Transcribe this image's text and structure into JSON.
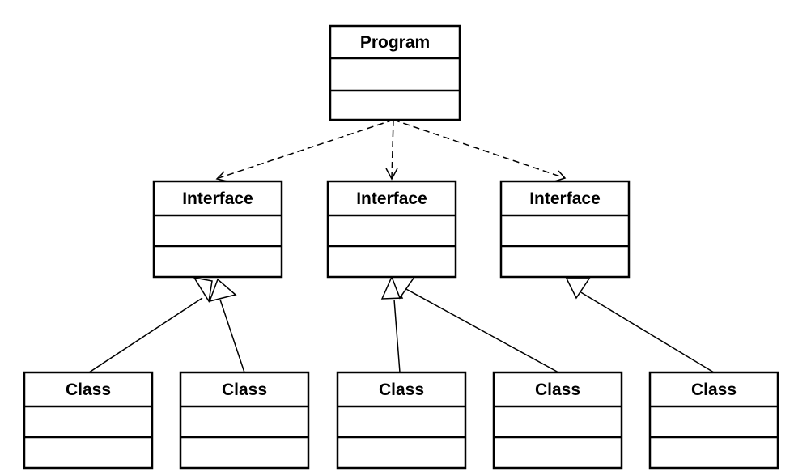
{
  "diagram": {
    "program": {
      "title": "Program"
    },
    "interfaces": [
      {
        "title": "Interface"
      },
      {
        "title": "Interface"
      },
      {
        "title": "Interface"
      }
    ],
    "classes": [
      {
        "title": "Class"
      },
      {
        "title": "Class"
      },
      {
        "title": "Class"
      },
      {
        "title": "Class"
      },
      {
        "title": "Class"
      }
    ]
  }
}
